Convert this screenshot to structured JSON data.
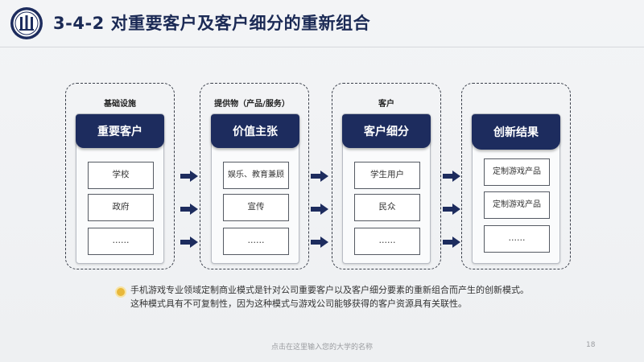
{
  "slide": {
    "title": "3-4-2 对重要客户及客户细分的重新组合",
    "columns": [
      {
        "caption": "基础设施",
        "header": "重要客户",
        "items": [
          "学校",
          "政府",
          "……"
        ]
      },
      {
        "caption": "提供物（产品/服务）",
        "header": "价值主张",
        "items": [
          "娱乐、教育兼顾",
          "宣传",
          "……"
        ]
      },
      {
        "caption": "客户",
        "header": "客户细分",
        "items": [
          "学生用户",
          "民众",
          "……"
        ]
      },
      {
        "caption": "",
        "header": "创新结果",
        "items": [
          "定制游戏产品",
          "定制游戏产品",
          "……"
        ]
      }
    ],
    "note": "手机游戏专业领域定制商业模式是针对公司重要客户以及客户细分要素的重新组合而产生的创新模式。这种模式具有不可复制性，因为这种模式与游戏公司能够获得的客户资源具有关联性。",
    "footer": "点击在这里输入您的大学的名称",
    "page_number": "18",
    "colors": {
      "title": "#1b2a55",
      "header_bg": "#1d2c5e",
      "arrow": "#1d2c5e",
      "bullet": "#e8b83a"
    },
    "icons": {
      "logo": "university-seal-icon",
      "arrow": "arrow-right-icon",
      "bullet": "bullet-dot-icon"
    }
  }
}
